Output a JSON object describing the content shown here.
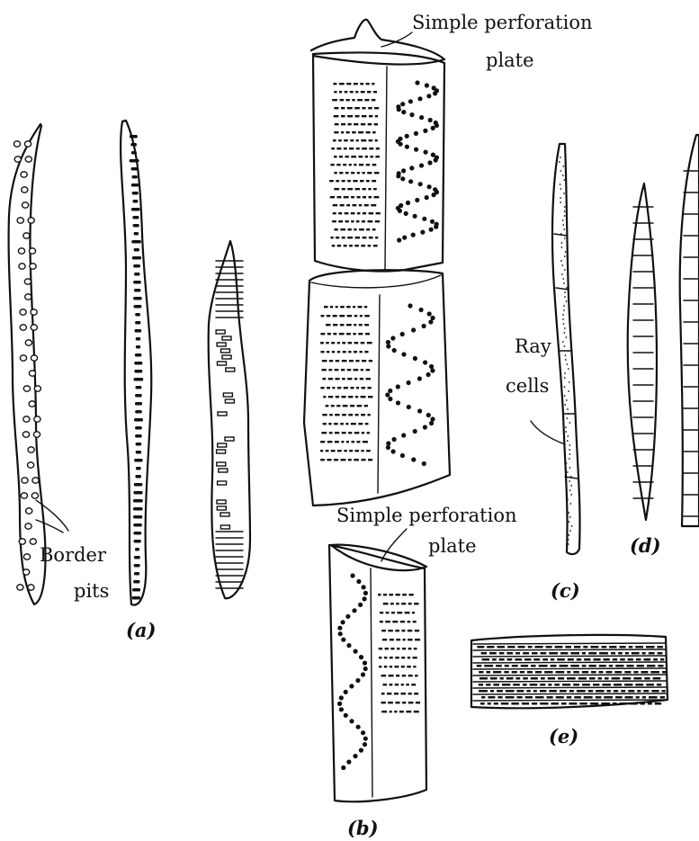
{
  "labels": {
    "simple_perforation_plate_top": [
      "Simple perforation",
      "plate"
    ],
    "simple_perforation_plate_mid": [
      "Simple perforation",
      "plate"
    ],
    "border_pits": [
      "Border",
      "pits"
    ],
    "ray_cells": [
      "Ray",
      "cells"
    ]
  },
  "figure_labels": {
    "a": "(a)",
    "b": "(b)",
    "c": "(c)",
    "d": "(d)",
    "e": "(e)"
  }
}
